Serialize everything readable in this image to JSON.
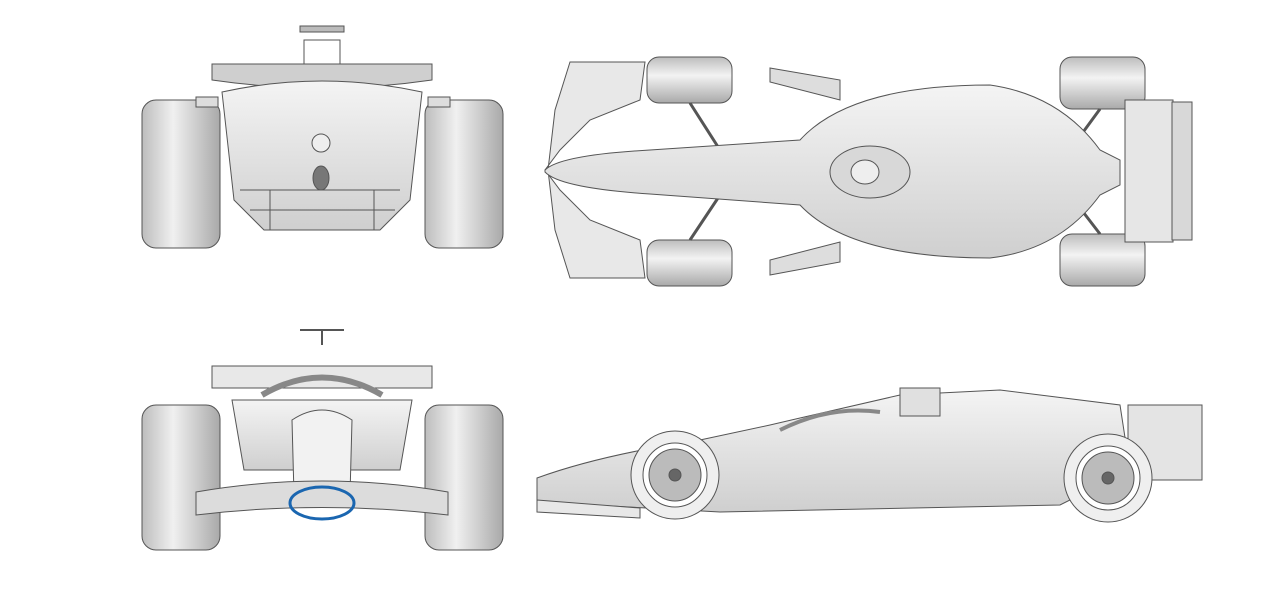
{
  "figure": {
    "views": [
      "rear",
      "top",
      "front",
      "side"
    ],
    "colors": {
      "background": "#ffffff",
      "body": "#e4e4e4",
      "body_light": "#f2f2f2",
      "tyre": "#d6d6d6",
      "line": "#555555",
      "highlight": "#1a66b0"
    },
    "highlight": {
      "view": "front",
      "feature": "nose-underside",
      "shape": "ellipse"
    }
  }
}
